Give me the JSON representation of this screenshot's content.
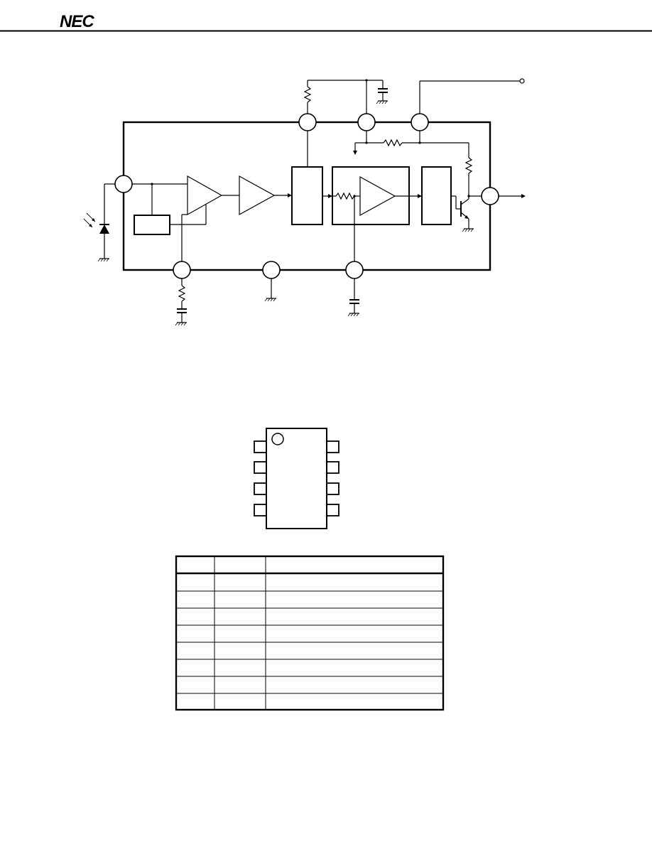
{
  "header": {
    "logo_text": "NEC"
  },
  "colors": {
    "ink": "#000000",
    "paper": "#ffffff"
  },
  "block_diagram": {
    "components": [
      "photodiode-icon",
      "amplifier-1",
      "amplifier-2",
      "amplifier-3",
      "resistor-icon",
      "capacitor-icon",
      "ground-icon",
      "npn-transistor-icon"
    ]
  },
  "package": {
    "pin_count_per_side": 4,
    "pin1_marker": true
  },
  "pin_table": {
    "columns": 3,
    "rows": 8
  }
}
